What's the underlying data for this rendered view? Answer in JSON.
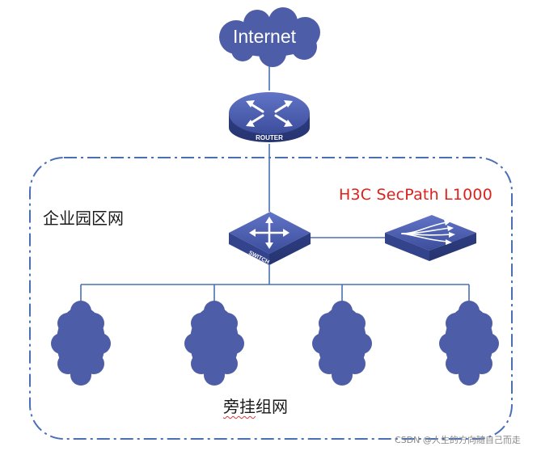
{
  "internet_label": "Internet",
  "router_caption": "ROUTER",
  "switch_caption": "SWITCH",
  "campus_label": "企业园区网",
  "firewall_label": "H3C SecPath L1000",
  "bypass_label_part1": "旁挂",
  "bypass_label_part2": "组网",
  "watermark": "CSDN @人生的方向随自己而走",
  "colors": {
    "device_blue": "#3e4f9e",
    "device_top": "#4f63b4",
    "line": "#4a6fb5",
    "border": "#4a6fb5",
    "firewall_text": "#e0201b"
  }
}
